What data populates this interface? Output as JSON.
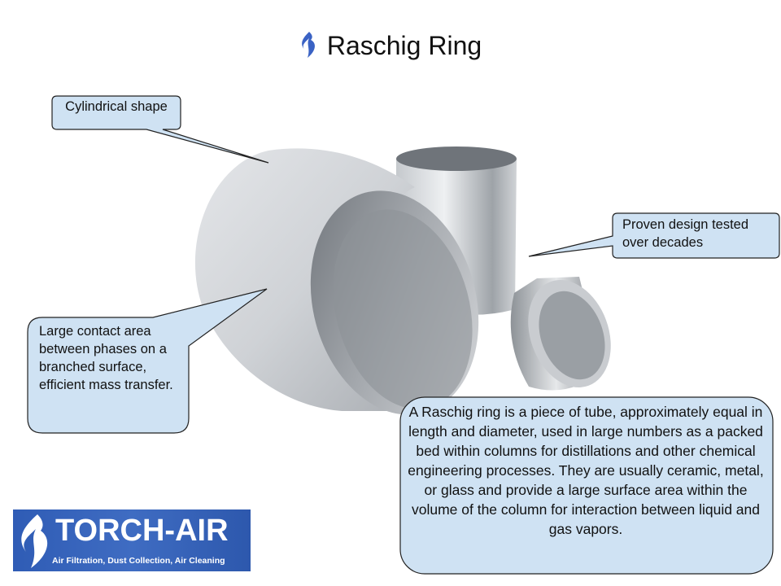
{
  "header": {
    "title": "Raschig Ring",
    "icon": "flame-icon"
  },
  "callouts": {
    "shape": "Cylindrical shape",
    "design": "Proven design tested over decades",
    "contact": "Large contact area between phases on a branched surface, efficient mass transfer."
  },
  "description": "A Raschig ring is a piece of tube, approximately equal in length and diameter, used in large numbers as a packed bed within columns for distillations and other chemical engineering processes. They are usually ceramic, metal, or glass and provide a large surface area within the volume of the column for interaction between liquid and gas vapors.",
  "logo": {
    "brand": "TORCH-AIR",
    "tagline": "Air Filtration, Dust Collection, Air Cleaning"
  },
  "colors": {
    "callout_fill": "#cfe2f3",
    "callout_border": "#222222",
    "logo_bg": "#3361b8",
    "flame": "#3a62c4"
  }
}
